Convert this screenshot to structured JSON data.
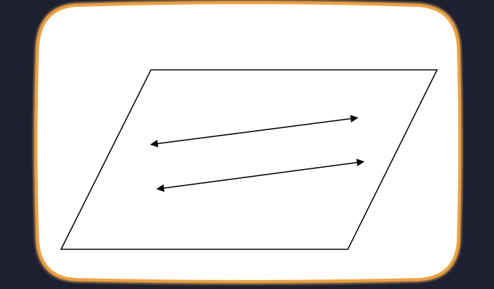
{
  "colors": {
    "page_background": "#1c2030",
    "card_fill": "#ffffff",
    "card_border": "#f2a03a",
    "line": "#000000"
  },
  "diagram": {
    "kind": "plane-with-two-parallel-lines",
    "lines": [
      {
        "name": "upper-line",
        "arrowheads": "both"
      },
      {
        "name": "lower-line",
        "arrowheads": "both"
      }
    ]
  }
}
